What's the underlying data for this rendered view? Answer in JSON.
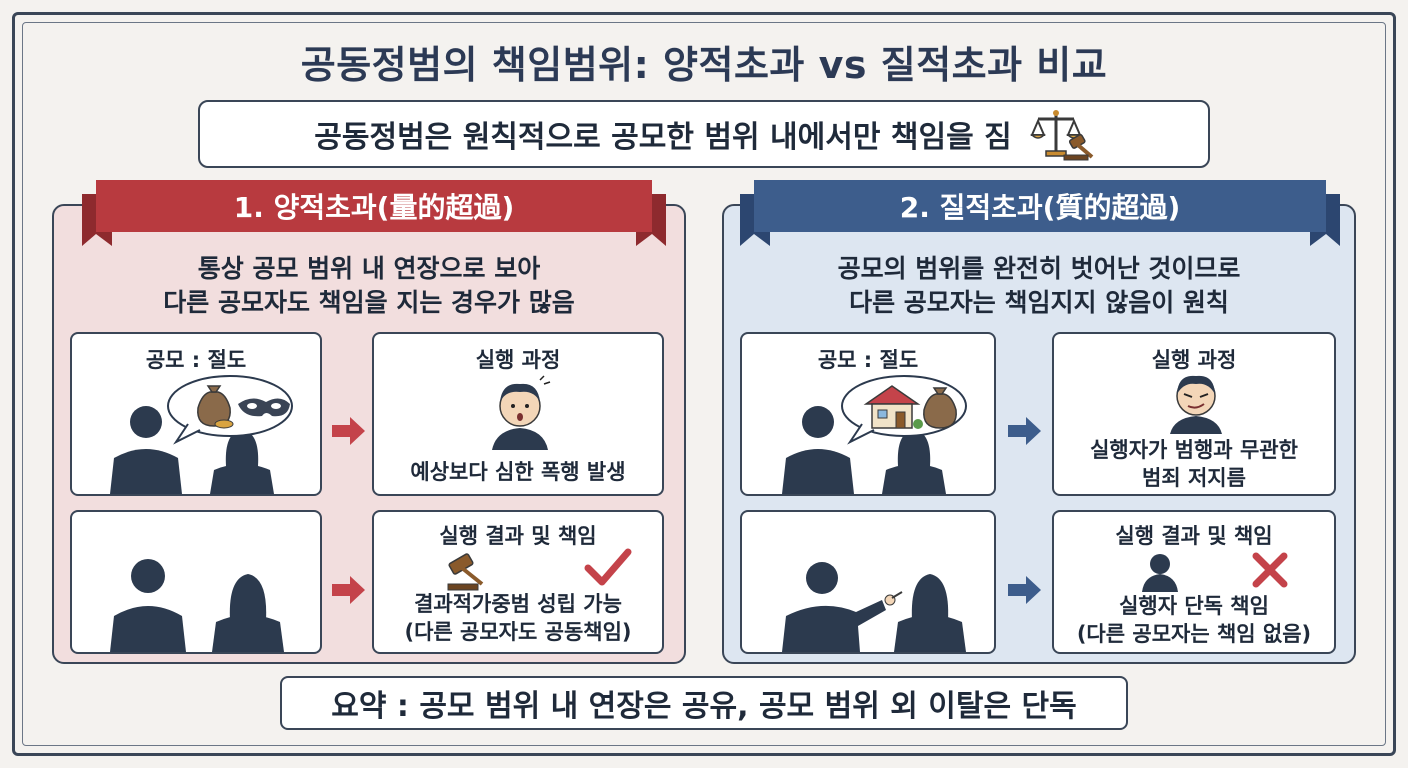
{
  "title": "공동정범의 책임범위: 양적초과 vs 질적초과 비교",
  "principle": "공동정범은 원칙적으로 공모한 범위 내에서만 책임을 짐",
  "colors": {
    "left_accent": "#b83a3f",
    "right_accent": "#3d5d8c",
    "left_bg": "#f2dede",
    "right_bg": "#dde6f1",
    "dark": "#2c3a4e"
  },
  "left": {
    "heading": "1. 양적초과(量的超過)",
    "description_line1": "통상 공모 범위 내 연장으로 보아",
    "description_line2": "다른 공모자도 책임을 지는 경우가 많음",
    "conspiracy_label": "공모 : 절도",
    "process_label": "실행 과정",
    "process_text": "예상보다 심한 폭행 발생",
    "result_label": "실행 결과 및 책임",
    "result_line1": "결과적가중범 성립 가능",
    "result_line2": "(다른 공모자도 공동책임)"
  },
  "right": {
    "heading": "2. 질적초과(質的超過)",
    "description_line1": "공모의 범위를 완전히 벗어난 것이므로",
    "description_line2": "다른 공모자는 책임지지 않음이 원칙",
    "conspiracy_label": "공모 : 절도",
    "process_label": "실행 과정",
    "process_line1": "실행자가 범행과 무관한",
    "process_line2": "범죄 저지름",
    "result_label": "실행 결과 및 책임",
    "result_line1": "실행자 단독 책임",
    "result_line2": "(다른 공모자는 책임 없음)"
  },
  "summary": "요약 : 공모 범위 내 연장은 공유, 공모 범위 외 이탈은 단독",
  "icons": [
    "scale-gavel-icon",
    "money-bag-icon",
    "mask-icon",
    "house-icon",
    "gavel-icon",
    "checkmark-icon",
    "cross-icon",
    "person-silhouette-icon",
    "arrow-right-icon"
  ]
}
